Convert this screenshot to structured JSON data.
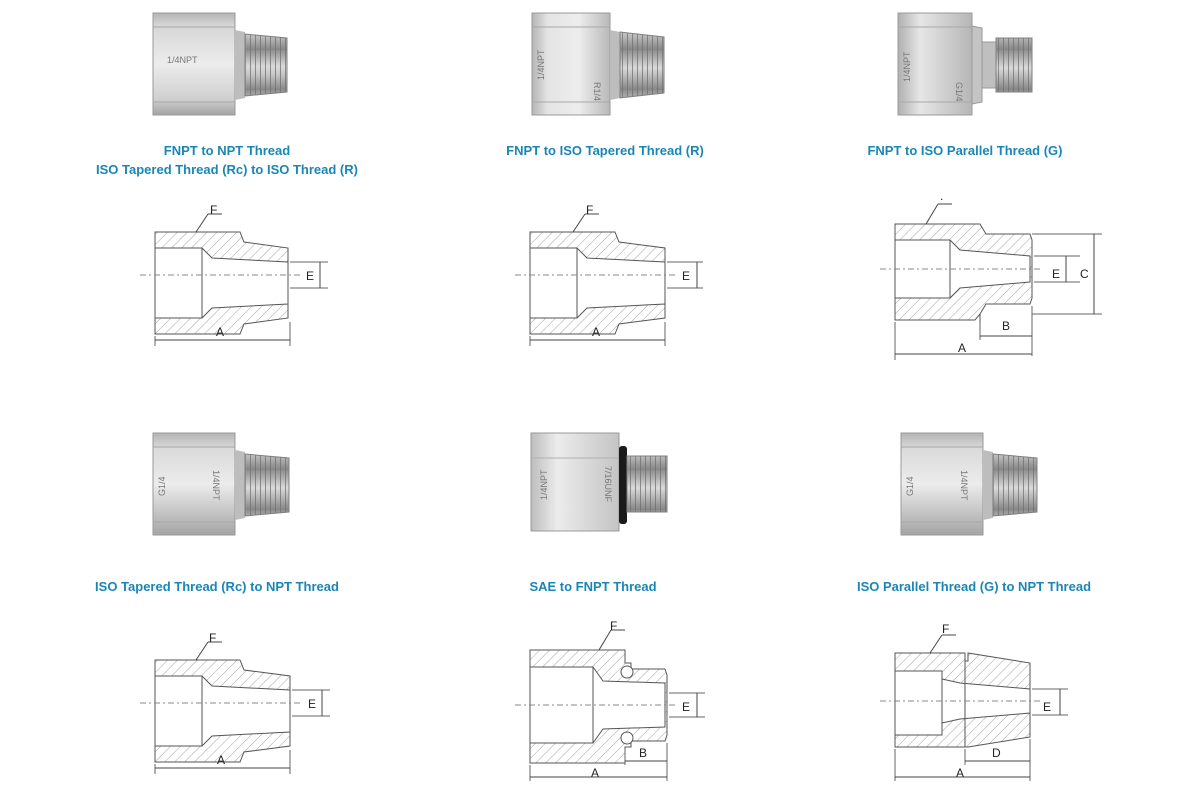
{
  "colors": {
    "title": "#1a86b6",
    "steel_light": "#e4e4e4",
    "steel_dark": "#9a9a9a",
    "line": "#555555",
    "seal": "#1a1a1a"
  },
  "products": [
    {
      "title_lines": [
        "FNPT to NPT Thread",
        "ISO Tapered Thread (Rc) to ISO Thread (R)"
      ],
      "photo": {
        "hex_stamp": "1/4NPT",
        "thread_stamp": "",
        "style": "standard",
        "icon": "fitting-photo-icon"
      },
      "drawing": {
        "labels": [
          "F",
          "E",
          "A"
        ],
        "style": "tapered-npt",
        "icon": "fitting-section-drawing-icon"
      }
    },
    {
      "title_lines": [
        "FNPT to ISO Tapered Thread (R)"
      ],
      "photo": {
        "hex_stamp": "1/4NPT",
        "thread_stamp": "R1/4",
        "style": "standard",
        "icon": "fitting-photo-icon"
      },
      "drawing": {
        "labels": [
          "F",
          "E",
          "A"
        ],
        "style": "tapered-npt",
        "icon": "fitting-section-drawing-icon"
      }
    },
    {
      "title_lines": [
        "FNPT to ISO Parallel Thread (G)"
      ],
      "photo": {
        "hex_stamp": "1/4NPT",
        "thread_stamp": "G1/4",
        "style": "parallel",
        "icon": "fitting-photo-icon"
      },
      "drawing": {
        "labels": [
          ".",
          "E",
          "C",
          "B",
          "A"
        ],
        "style": "parallel-g",
        "icon": "fitting-section-drawing-icon"
      }
    },
    {
      "title_lines": [
        "ISO Tapered Thread (Rc) to NPT Thread"
      ],
      "photo": {
        "hex_stamp": "G1/4",
        "thread_stamp": "1/4NPT",
        "style": "standard",
        "icon": "fitting-photo-icon"
      },
      "drawing": {
        "labels": [
          "F",
          "E",
          "A"
        ],
        "style": "tapered-npt",
        "icon": "fitting-section-drawing-icon"
      }
    },
    {
      "title_lines": [
        "SAE to FNPT Thread"
      ],
      "photo": {
        "hex_stamp": "1/4NPT",
        "thread_stamp": "7/16UNF",
        "style": "sae",
        "icon": "fitting-photo-icon"
      },
      "drawing": {
        "labels": [
          "F",
          "E",
          "B",
          "A"
        ],
        "style": "sae-oring",
        "icon": "fitting-section-drawing-icon"
      }
    },
    {
      "title_lines": [
        "ISO Parallel Thread (G) to NPT Thread"
      ],
      "photo": {
        "hex_stamp": "G1/4",
        "thread_stamp": "1/4NPT",
        "style": "standard",
        "icon": "fitting-photo-icon"
      },
      "drawing": {
        "labels": [
          "F",
          "E",
          "D",
          "A"
        ],
        "style": "parallel-npt",
        "icon": "fitting-section-drawing-icon"
      }
    }
  ]
}
